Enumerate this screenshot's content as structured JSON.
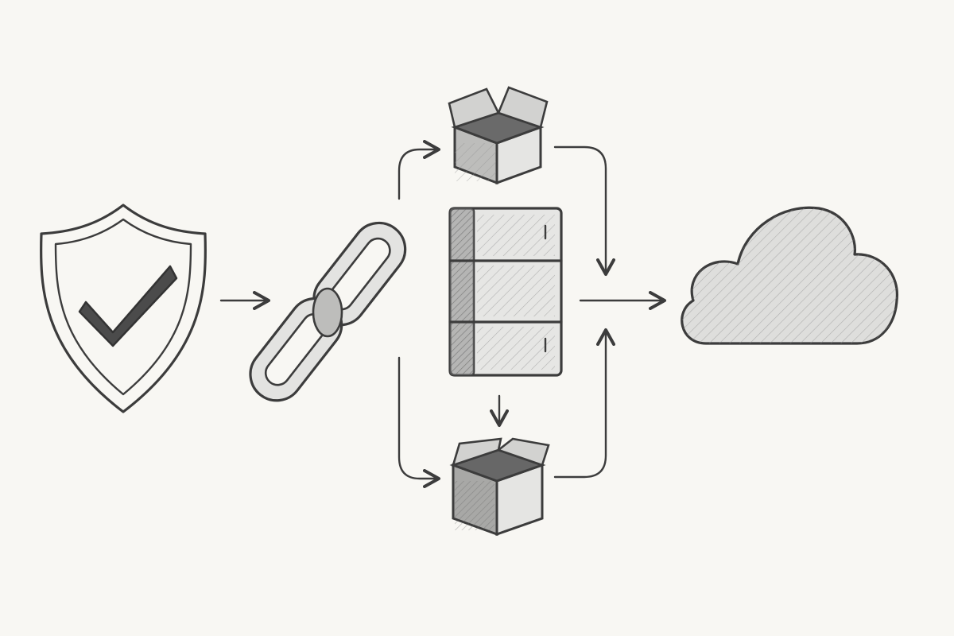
{
  "diagram": {
    "style": "pencil sketch, no text labels",
    "nodes": [
      {
        "id": "shield",
        "icon": "shield-check-icon"
      },
      {
        "id": "link",
        "icon": "chain-link-icon"
      },
      {
        "id": "box-top",
        "icon": "open-box-icon"
      },
      {
        "id": "server",
        "icon": "server-cabinet-icon"
      },
      {
        "id": "box-bottom",
        "icon": "open-box-icon"
      },
      {
        "id": "cloud",
        "icon": "cloud-icon"
      }
    ],
    "edges": [
      {
        "from": "shield",
        "to": "link"
      },
      {
        "from": "link",
        "to": "box-top"
      },
      {
        "from": "link",
        "to": "box-bottom"
      },
      {
        "from": "server",
        "to": "box-bottom"
      },
      {
        "from": "box-top",
        "to": "cloud"
      },
      {
        "from": "server",
        "to": "cloud"
      },
      {
        "from": "box-bottom",
        "to": "cloud"
      }
    ],
    "colors": {
      "ink": "#3c3c3c",
      "paper": "#f8f7f3",
      "shade": "#a9a9a9"
    }
  }
}
